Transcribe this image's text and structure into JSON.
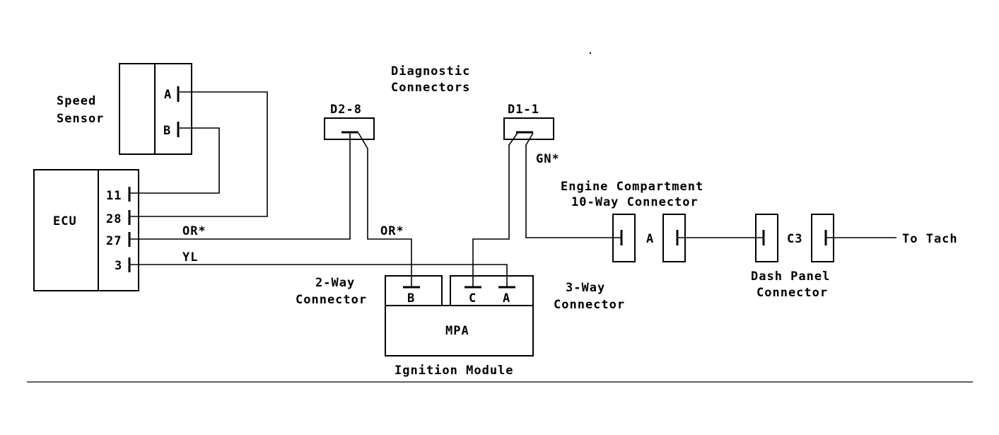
{
  "labels": {
    "speed_sensor_line1": "Speed",
    "speed_sensor_line2": "Sensor",
    "sensor_pin_a": "A",
    "sensor_pin_b": "B",
    "ecu": "ECU",
    "ecu_pin_11": "11",
    "ecu_pin_28": "28",
    "ecu_pin_27": "27",
    "ecu_pin_3": "3",
    "wire_or_1": "OR*",
    "wire_yl": "YL",
    "diag_line1": "Diagnostic",
    "diag_line2": "Connectors",
    "d2_8": "D2-8",
    "d1_1": "D1-1",
    "wire_or_2": "OR*",
    "wire_gn": "GN*",
    "two_way_line1": "2-Way",
    "two_way_line2": "Connector",
    "mpa_pin_b": "B",
    "mpa_pin_c": "C",
    "mpa_pin_a": "A",
    "three_way_line1": "3-Way",
    "three_way_line2": "Connector",
    "mpa": "MPA",
    "ignition_module": "Ignition Module",
    "engine_comp_line1": "Engine Compartment",
    "engine_comp_line2": "10-Way Connector",
    "conn_a": "A",
    "conn_c3": "C3",
    "dash_line1": "Dash Panel",
    "dash_line2": "Connector",
    "to_tach": "To Tach"
  }
}
